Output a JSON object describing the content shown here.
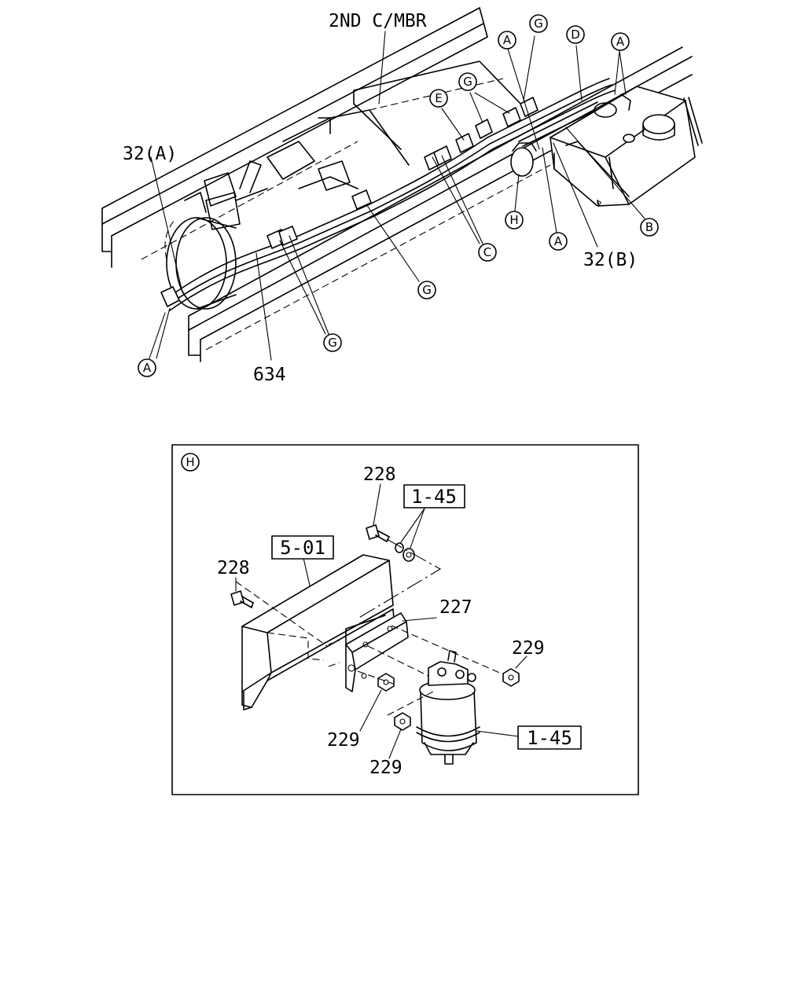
{
  "figure": {
    "top_labels": {
      "cross_member": "2ND C/MBR",
      "hose_a": "32(A)",
      "hose_b": "32(B)",
      "pipe": "634"
    },
    "callouts": {
      "A": "A",
      "B": "B",
      "C": "C",
      "D": "D",
      "E": "E",
      "G": "G",
      "H": "H"
    },
    "detail": {
      "view_label": "H",
      "bolt_upper": "228",
      "bolt_left": "228",
      "bracket": "227",
      "nut_right": "229",
      "nut_lower_left": "229",
      "nut_bottom": "229",
      "ref_washer": "1-45",
      "ref_frame": "5-01",
      "ref_filter": "1-45"
    }
  }
}
